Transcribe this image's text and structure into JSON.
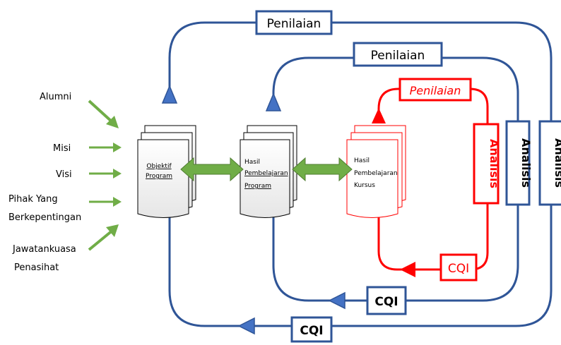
{
  "outer_loop": {
    "top_label": "Penilaian",
    "side_label": "Analisis",
    "bottom_label": "CQI",
    "color": "#2f5597"
  },
  "middle_loop": {
    "top_label": "Penilaian",
    "side_label": "Analisis",
    "bottom_label": "CQI",
    "color": "#2f5597"
  },
  "inner_loop": {
    "top_label": "Penilaian",
    "side_label": "Analisis",
    "bottom_label": "CQI",
    "color": "#ff0000"
  },
  "inputs": {
    "alumni": "Alumni",
    "misi": "Misi",
    "visi": "Visi",
    "pihak_line1": "Pihak Yang",
    "pihak_line2": "Berkepentingan",
    "jawatankuasa_line1": "Jawatankuasa",
    "jawatankuasa_line2": "Penasihat",
    "arrow_color": "#70ad47"
  },
  "documents": {
    "objektif_line1": "Objektif",
    "objektif_line2": "Program",
    "hasil_program_line1": "Hasil",
    "hasil_program_line2": "Pembelajaran",
    "hasil_program_line3": "Program",
    "hasil_kursus_line1": "Hasil",
    "hasil_kursus_line2": "Pembelajaran",
    "hasil_kursus_line3": "Kursus"
  }
}
